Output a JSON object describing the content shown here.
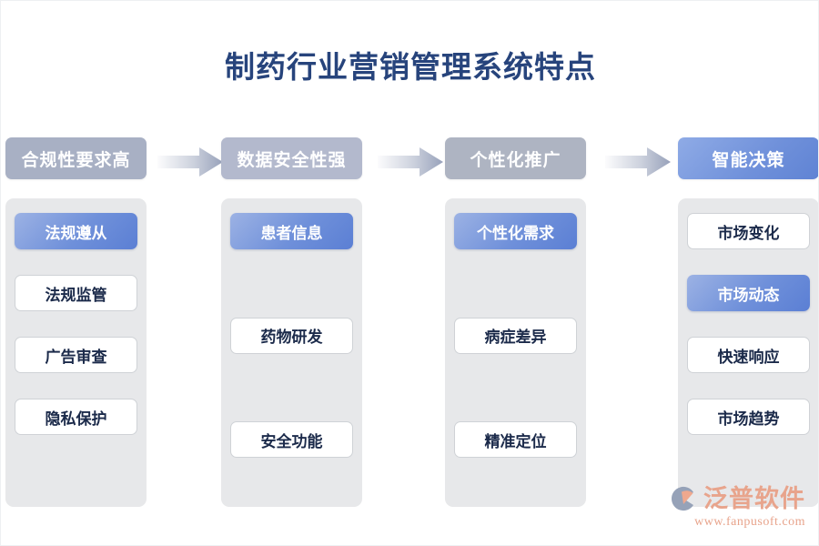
{
  "page": {
    "title": "制药行业营销管理系统特点",
    "title_color": "#27447c",
    "background": "#ffffff"
  },
  "palette": {
    "panel_grey": "#e7e8ea",
    "item_white": "#ffffff",
    "item_border": "#cfd2d6",
    "item_text": "#1b2a4a",
    "highlight_blue_start": "#9cb2e4",
    "highlight_blue_end": "#5b7fd4",
    "arrow_start": "#fbfbfc",
    "arrow_end": "#9aa4bd",
    "brand_color": "#e8a48c"
  },
  "arrows": [
    {
      "name": "arrow-1",
      "from": "合规性要求高",
      "to": "数据安全性强"
    },
    {
      "name": "arrow-2",
      "from": "数据安全性强",
      "to": "个性化推广"
    },
    {
      "name": "arrow-3",
      "from": "个性化推广",
      "to": "智能决策"
    }
  ],
  "columns": [
    {
      "header": "合规性要求高",
      "header_color": "#a8b0c4",
      "items": [
        {
          "label": "法规遵从",
          "highlight": true
        },
        {
          "label": "法规监管",
          "highlight": false
        },
        {
          "label": "广告审查",
          "highlight": false
        },
        {
          "label": "隐私保护",
          "highlight": false
        }
      ]
    },
    {
      "header": "数据安全性强",
      "header_color": "#b3b9cd",
      "items": [
        {
          "label": "患者信息",
          "highlight": true
        },
        {
          "label": "药物研发",
          "highlight": false
        },
        {
          "label": "安全功能",
          "highlight": false
        }
      ]
    },
    {
      "header": "个性化推广",
      "header_color": "#aeb4c2",
      "items": [
        {
          "label": "个性化需求",
          "highlight": true
        },
        {
          "label": "病症差异",
          "highlight": false
        },
        {
          "label": "精准定位",
          "highlight": false
        }
      ]
    },
    {
      "header": "智能决策",
      "header_color": "#6f90da",
      "items": [
        {
          "label": "市场变化",
          "highlight": false
        },
        {
          "label": "市场动态",
          "highlight": true
        },
        {
          "label": "快速响应",
          "highlight": false
        },
        {
          "label": "市场趋势",
          "highlight": false
        }
      ]
    }
  ],
  "brand": {
    "name": "泛普软件",
    "url": "www.fanpusoft.com"
  }
}
